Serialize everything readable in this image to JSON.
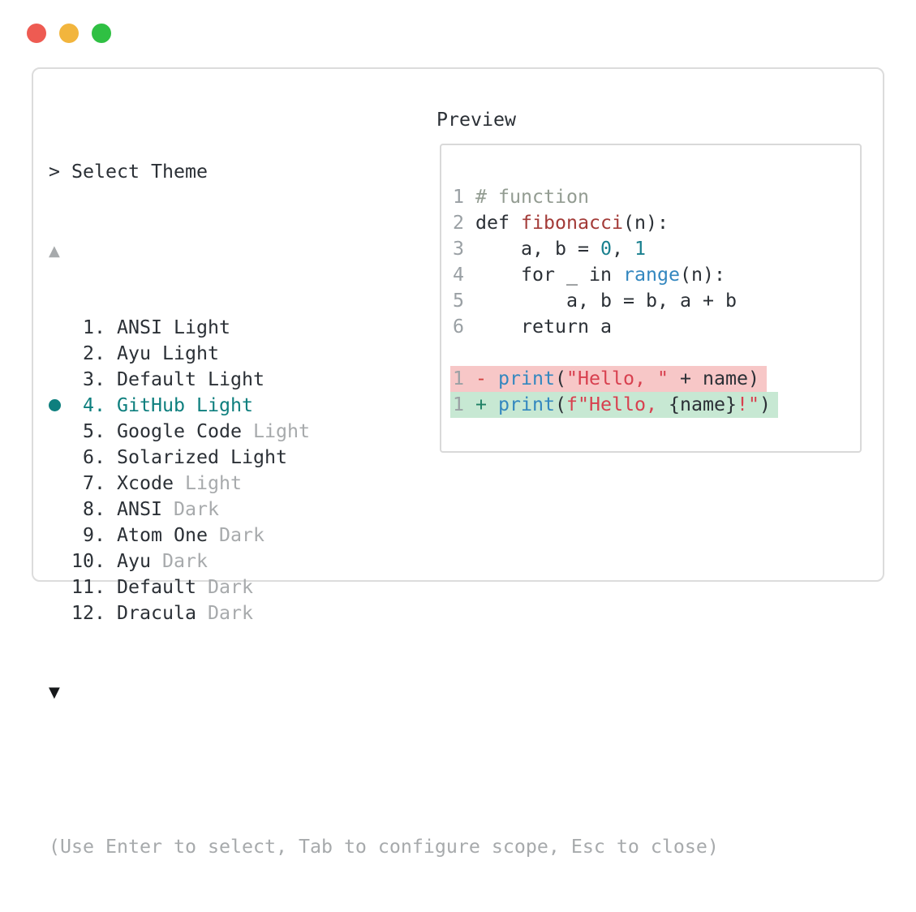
{
  "window_controls": [
    {
      "name": "close",
      "color": "#ee5b52"
    },
    {
      "name": "minimize",
      "color": "#f2b53d"
    },
    {
      "name": "zoom",
      "color": "#2fc043"
    }
  ],
  "prompt": {
    "marker": ">",
    "title": "Select Theme"
  },
  "scroll": {
    "up_glyph": "▲",
    "down_glyph": "▼"
  },
  "themes": [
    {
      "num": "1.",
      "name": "ANSI Light",
      "suffix": "",
      "selected": false
    },
    {
      "num": "2.",
      "name": "Ayu Light",
      "suffix": "",
      "selected": false
    },
    {
      "num": "3.",
      "name": "Default Light",
      "suffix": "",
      "selected": false
    },
    {
      "num": "4.",
      "name": "GitHub Light",
      "suffix": "",
      "selected": true
    },
    {
      "num": "5.",
      "name": "Google Code",
      "suffix": "Light",
      "selected": false
    },
    {
      "num": "6.",
      "name": "Solarized Light",
      "suffix": "",
      "selected": false
    },
    {
      "num": "7.",
      "name": "Xcode",
      "suffix": "Light",
      "selected": false
    },
    {
      "num": "8.",
      "name": "ANSI",
      "suffix": "Dark",
      "selected": false
    },
    {
      "num": "9.",
      "name": "Atom One",
      "suffix": "Dark",
      "selected": false
    },
    {
      "num": "10.",
      "name": "Ayu",
      "suffix": "Dark",
      "selected": false
    },
    {
      "num": "11.",
      "name": "Default",
      "suffix": "Dark",
      "selected": false
    },
    {
      "num": "12.",
      "name": "Dracula",
      "suffix": "Dark",
      "selected": false
    }
  ],
  "footer": "(Use Enter to select, Tab to configure scope, Esc to close)",
  "preview": {
    "label": "Preview",
    "lines": [
      {
        "num": "1",
        "tokens": [
          {
            "t": "# function",
            "c": "cm"
          }
        ]
      },
      {
        "num": "2",
        "tokens": [
          {
            "t": "def ",
            "c": "tx"
          },
          {
            "t": "fibonacci",
            "c": "fn"
          },
          {
            "t": "(n):",
            "c": "tx"
          }
        ]
      },
      {
        "num": "3",
        "tokens": [
          {
            "t": "    a, b = ",
            "c": "tx"
          },
          {
            "t": "0",
            "c": "nm"
          },
          {
            "t": ", ",
            "c": "tx"
          },
          {
            "t": "1",
            "c": "nm"
          }
        ]
      },
      {
        "num": "4",
        "tokens": [
          {
            "t": "    for _ in ",
            "c": "tx"
          },
          {
            "t": "range",
            "c": "bl"
          },
          {
            "t": "(n):",
            "c": "tx"
          }
        ]
      },
      {
        "num": "5",
        "tokens": [
          {
            "t": "        a, b = b, a + b",
            "c": "tx"
          }
        ]
      },
      {
        "num": "6",
        "tokens": [
          {
            "t": "    return a",
            "c": "tx"
          }
        ]
      },
      {
        "blank": true
      },
      {
        "num": "1",
        "diff": "del",
        "tokens": [
          {
            "t": "- ",
            "c": "dm"
          },
          {
            "t": "print",
            "c": "bl"
          },
          {
            "t": "(",
            "c": "tx"
          },
          {
            "t": "\"Hello, \"",
            "c": "st"
          },
          {
            "t": " + name)",
            "c": "tx"
          }
        ]
      },
      {
        "num": "1",
        "diff": "add",
        "tokens": [
          {
            "t": "+ ",
            "c": "am"
          },
          {
            "t": "print",
            "c": "bl"
          },
          {
            "t": "(",
            "c": "tx"
          },
          {
            "t": "f\"Hello, ",
            "c": "st"
          },
          {
            "t": "{name}",
            "c": "tx"
          },
          {
            "t": "!\"",
            "c": "st"
          },
          {
            "t": ")",
            "c": "tx"
          }
        ]
      }
    ]
  },
  "colors": {
    "text": "#2b3036",
    "gray": "#a7aaac",
    "teal": "#0e7f7e",
    "comment": "#939c92",
    "func": "#a33b38",
    "number": "#1a808f",
    "call": "#3387bf",
    "string": "#d8404f",
    "delmark": "#d3423f",
    "addmark": "#1f8065",
    "delbg": "#f7c7c7",
    "addbg": "#c7e8d3",
    "linenum": "#9aa0a4",
    "border": "#dcdcdc",
    "border2": "#d9d9d9",
    "arrowdark": "#16181a"
  }
}
